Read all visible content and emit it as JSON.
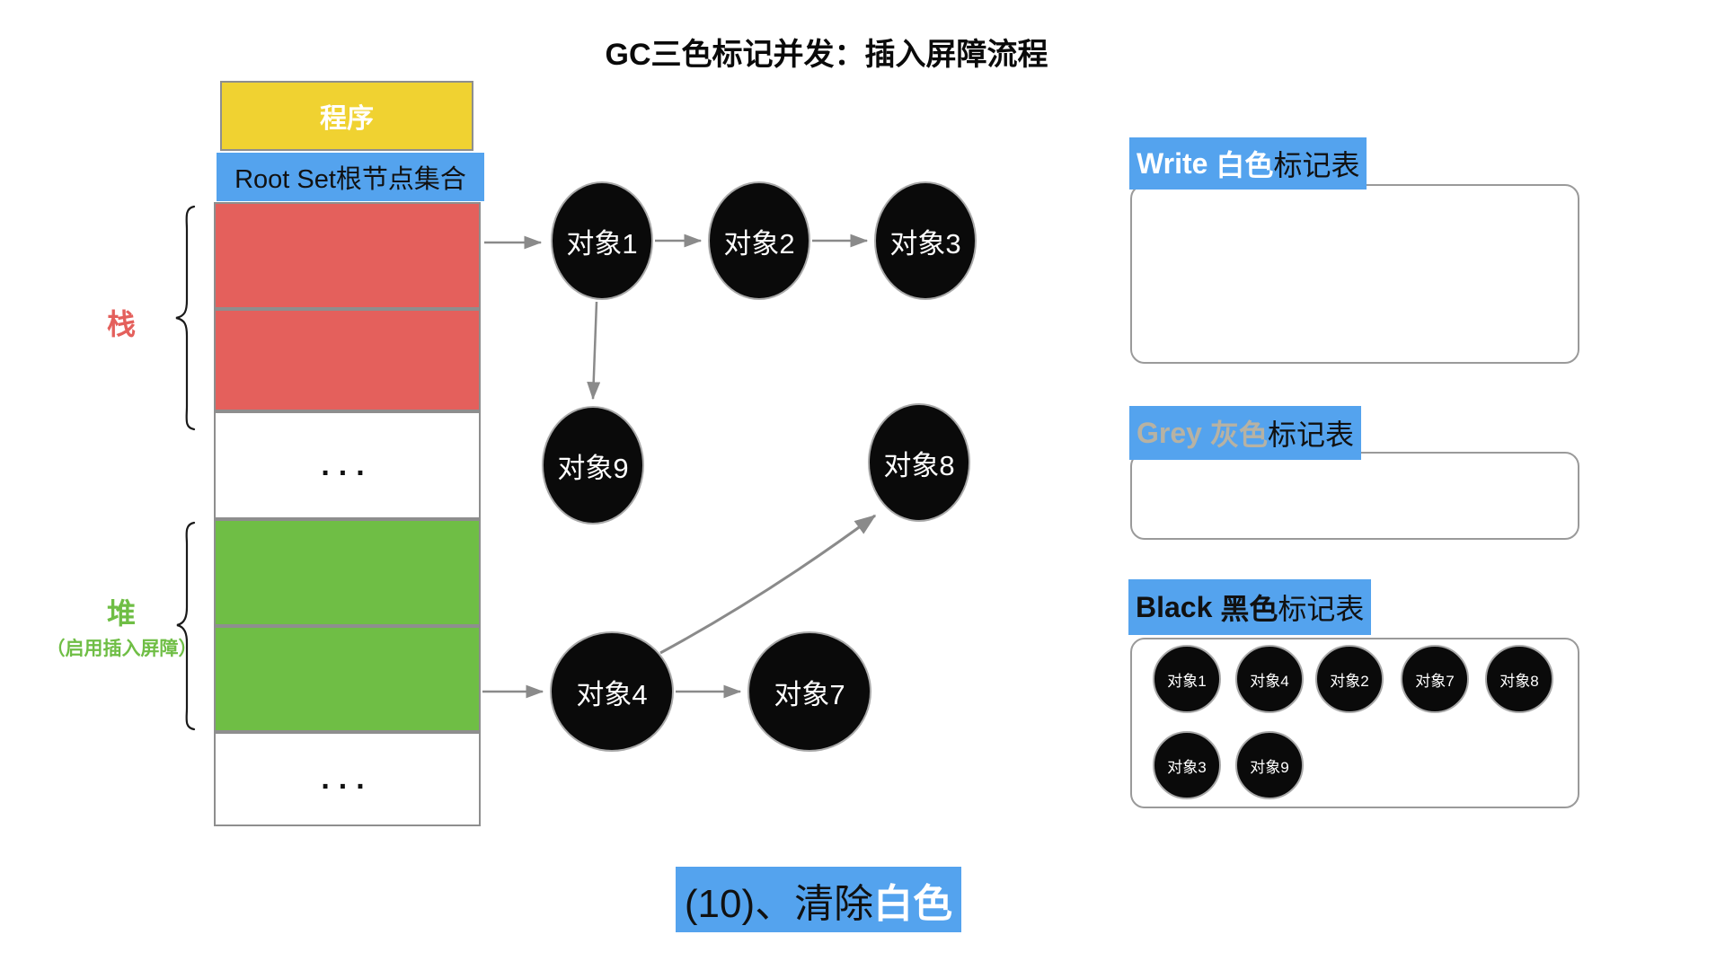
{
  "title": "GC三色标记并发：插入屏障流程",
  "memory": {
    "program_label": "程序",
    "root_set_label": "Root Set根节点集合",
    "ellipsis": "...",
    "stack_label": "栈",
    "heap_label": "堆",
    "heap_note": "（启用插入屏障）"
  },
  "nodes": {
    "n1": "对象1",
    "n2": "对象2",
    "n3": "对象3",
    "n4": "对象4",
    "n7": "对象7",
    "n8": "对象8",
    "n9": "对象9"
  },
  "tables": {
    "white": {
      "word_en": "Write",
      "word_color": "白色",
      "suffix": "标记表",
      "items": []
    },
    "grey": {
      "word_en": "Grey",
      "word_color": "灰色",
      "suffix": "标记表",
      "items": []
    },
    "black": {
      "word_en": "Black",
      "word_color": "黑色",
      "suffix": "标记表",
      "items": [
        "对象1",
        "对象4",
        "对象2",
        "对象7",
        "对象8",
        "对象3",
        "对象9"
      ]
    }
  },
  "step_label": {
    "prefix": "(10)、清除",
    "highlight": "白色"
  },
  "colors": {
    "header_blue": "#54a3ee",
    "stack_red": "#e4605c",
    "heap_green": "#6fbe45",
    "program_yellow": "#f0d231",
    "grey_label": "#b7b2a3",
    "node_black": "#0a0a0a"
  }
}
